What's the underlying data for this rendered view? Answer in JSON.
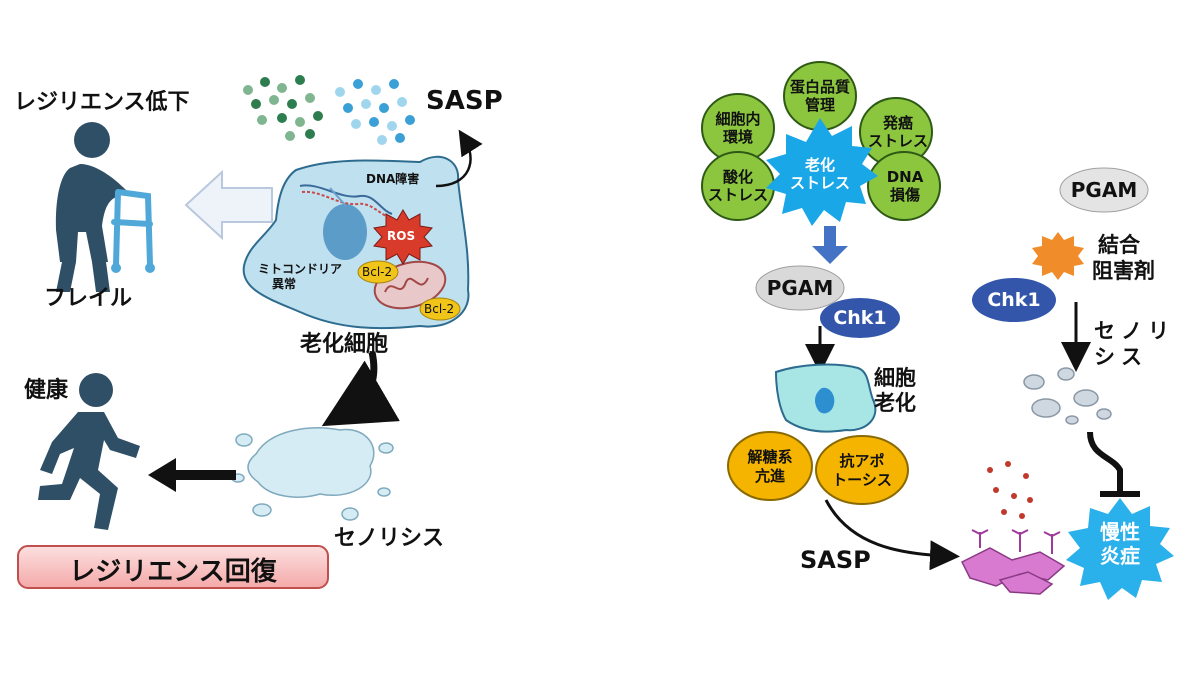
{
  "left": {
    "resilience_down": "レジリエンス低下",
    "frail": "フレイル",
    "healthy": "健康",
    "resilience_recovery": "レジリエンス回復",
    "sasp": "SASP",
    "dna_damage": "DNA障害",
    "ros": "ROS",
    "mito_line1": "ミトコンドリア",
    "mito_line2": "異常",
    "bcl2": "Bcl-2",
    "senescent_cell": "老化細胞",
    "senolysis": "セノリシス"
  },
  "right": {
    "stress_center_line1": "老化",
    "stress_center_line2": "ストレス",
    "stress_items": [
      {
        "l1": "細胞内",
        "l2": "環境"
      },
      {
        "l1": "蛋白品質",
        "l2": "管理"
      },
      {
        "l1": "発癌",
        "l2": "ストレス"
      },
      {
        "l1": "酸化",
        "l2": "ストレス"
      },
      {
        "l1": "DNA",
        "l2": "損傷"
      }
    ],
    "pgam": "PGAM",
    "chk1": "Chk1",
    "cell_senescence_line1": "細胞",
    "cell_senescence_line2": "老化",
    "glycolysis_line1": "解糖系",
    "glycolysis_line2": "亢進",
    "anti_apoptosis_line1": "抗アポ",
    "anti_apoptosis_line2": "トーシス",
    "sasp": "SASP",
    "pgam2": "PGAM",
    "inhibitor_line1": "結合",
    "inhibitor_line2": "阻害剤",
    "chk1_2": "Chk1",
    "senolysis_line1": "セノリ",
    "senolysis_line2": "シス",
    "chronic_line1": "慢性",
    "chronic_line2": "炎症"
  },
  "colors": {
    "person": "#2f4f66",
    "walker": "#4fa8d8",
    "arrow_light": "#e7eef7",
    "cell_fill": "#bfe0ef",
    "nucleus": "#5b9cc8",
    "ros": "#d93b2b",
    "bcl2": "#f0c419",
    "green": "#8cc63f",
    "burst": "#1aa7e8",
    "pgam_gray": "#d9d9d9",
    "chk1_blue": "#3355aa",
    "orange_box": "#f5b400",
    "pink_recovery": "#f4b8b8",
    "inflam": "#2ab0ea",
    "sasp_red": "#c0392b"
  }
}
